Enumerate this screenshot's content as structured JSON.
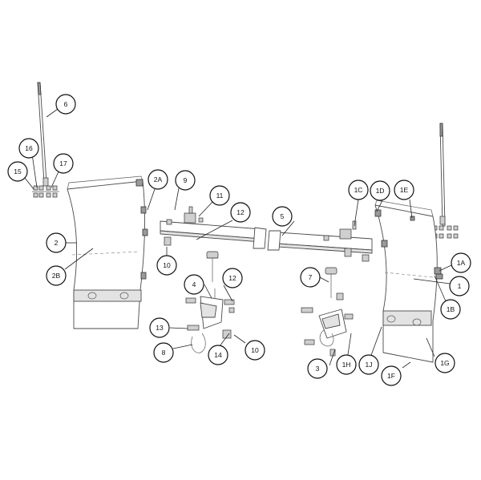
{
  "callouts": [
    {
      "id": "c6",
      "label": "6"
    },
    {
      "id": "c16",
      "label": "16"
    },
    {
      "id": "c15",
      "label": "15"
    },
    {
      "id": "c17",
      "label": "17"
    },
    {
      "id": "c2A",
      "label": "2A"
    },
    {
      "id": "c9",
      "label": "9"
    },
    {
      "id": "c11",
      "label": "11"
    },
    {
      "id": "c12a",
      "label": "12"
    },
    {
      "id": "c2",
      "label": "2"
    },
    {
      "id": "c2B",
      "label": "2B"
    },
    {
      "id": "c10a",
      "label": "10"
    },
    {
      "id": "c4",
      "label": "4"
    },
    {
      "id": "c12b",
      "label": "12"
    },
    {
      "id": "c13",
      "label": "13"
    },
    {
      "id": "c8",
      "label": "8"
    },
    {
      "id": "c14",
      "label": "14"
    },
    {
      "id": "c10b",
      "label": "10"
    },
    {
      "id": "c5",
      "label": "5"
    },
    {
      "id": "c1C",
      "label": "1C"
    },
    {
      "id": "c1D",
      "label": "1D"
    },
    {
      "id": "c1E",
      "label": "1E"
    },
    {
      "id": "c7",
      "label": "7"
    },
    {
      "id": "c1A",
      "label": "1A"
    },
    {
      "id": "c1",
      "label": "1"
    },
    {
      "id": "c1B",
      "label": "1B"
    },
    {
      "id": "c1G",
      "label": "1G"
    },
    {
      "id": "c3",
      "label": "3"
    },
    {
      "id": "c1H",
      "label": "1H"
    },
    {
      "id": "c1J",
      "label": "1J"
    },
    {
      "id": "c1F",
      "label": "1F"
    }
  ]
}
